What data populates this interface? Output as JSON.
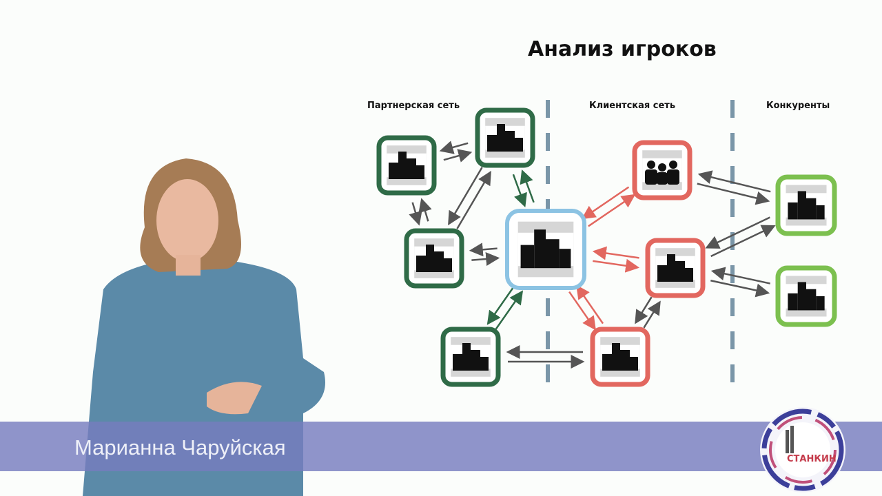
{
  "slide": {
    "title": "Анализ игроков",
    "sections": [
      "Партнерская сеть",
      "Клиентская сеть",
      "Конкуренты"
    ]
  },
  "diagram": {
    "nodes": [
      {
        "id": "partner-1",
        "group": "partner",
        "icon": "buildings-icon"
      },
      {
        "id": "partner-2",
        "group": "partner",
        "icon": "buildings-icon"
      },
      {
        "id": "partner-3",
        "group": "partner",
        "icon": "buildings-icon"
      },
      {
        "id": "partner-4",
        "group": "partner",
        "icon": "buildings-icon"
      },
      {
        "id": "company",
        "group": "center",
        "icon": "buildings-icon"
      },
      {
        "id": "client-1",
        "group": "client",
        "icon": "people-icon"
      },
      {
        "id": "client-2",
        "group": "client",
        "icon": "buildings-icon"
      },
      {
        "id": "client-3",
        "group": "client",
        "icon": "buildings-icon"
      },
      {
        "id": "competitor-1",
        "group": "competitor",
        "icon": "buildings-icon"
      },
      {
        "id": "competitor-2",
        "group": "competitor",
        "icon": "buildings-icon"
      }
    ],
    "links": [
      [
        "partner-1",
        "partner-2"
      ],
      [
        "partner-1",
        "partner-3"
      ],
      [
        "partner-2",
        "partner-3"
      ],
      [
        "partner-2",
        "company"
      ],
      [
        "partner-3",
        "company"
      ],
      [
        "partner-4",
        "company"
      ],
      [
        "partner-4",
        "client-3"
      ],
      [
        "company",
        "client-1"
      ],
      [
        "company",
        "client-2"
      ],
      [
        "company",
        "client-3"
      ],
      [
        "client-2",
        "client-3"
      ],
      [
        "client-1",
        "competitor-1"
      ],
      [
        "client-2",
        "competitor-1"
      ],
      [
        "client-2",
        "competitor-2"
      ]
    ],
    "colors": {
      "partner": "#2f6b47",
      "center": "#8cc3e3",
      "client": "#e2675f",
      "competitor": "#7cc04f",
      "arrow": "#555555",
      "divider": "#7a96a8"
    }
  },
  "lower_third": {
    "speaker_name": "Марианна Чаруйская",
    "logo_text": "СТАНКИН"
  }
}
